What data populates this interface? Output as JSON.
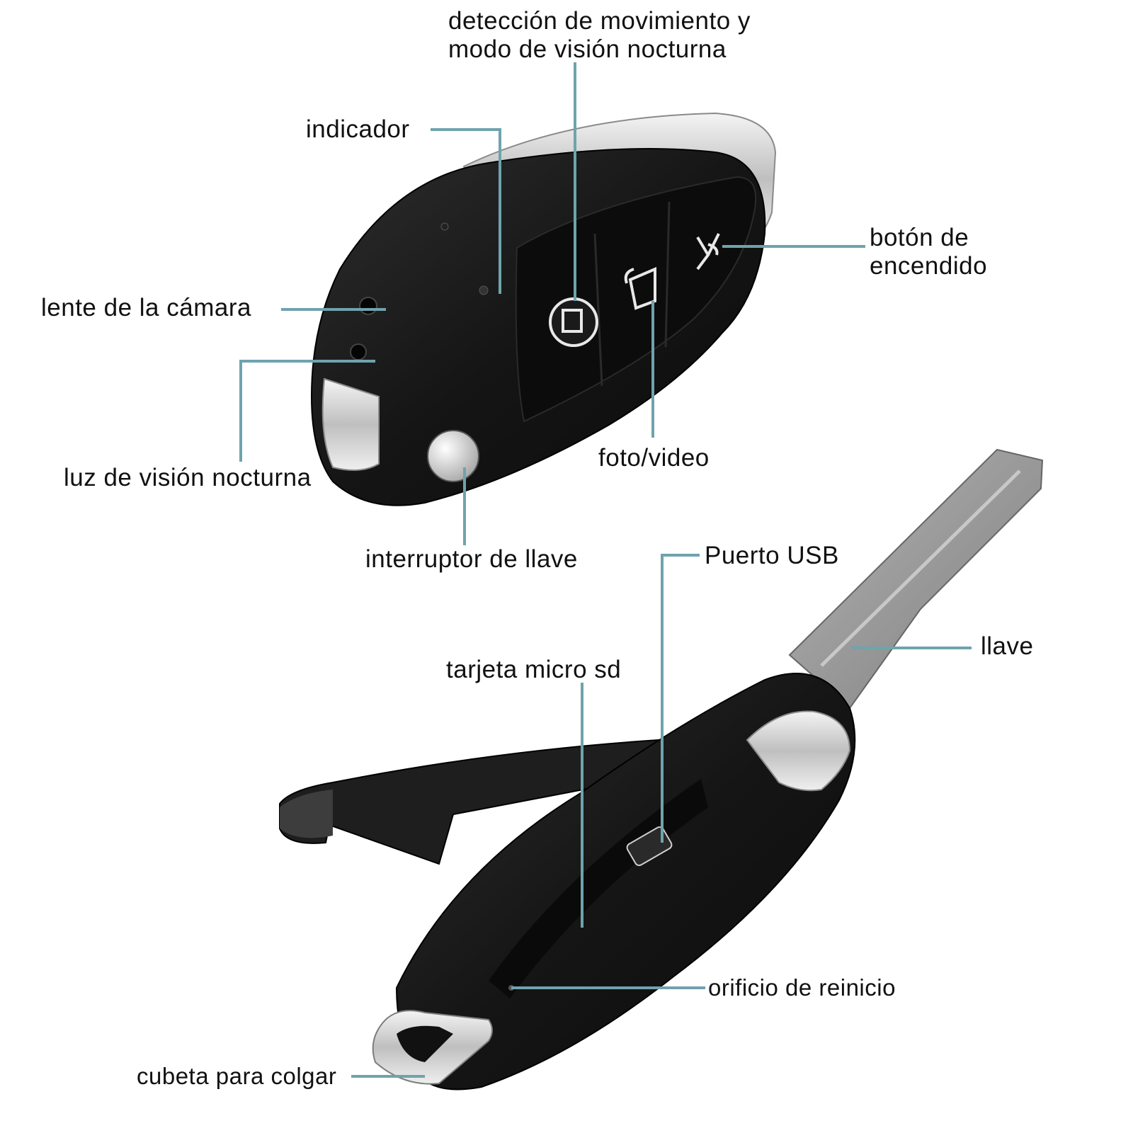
{
  "colors": {
    "leader_line": "#6fa3ad",
    "body_black": "#141414",
    "body_highlight": "#3a3a3a",
    "chrome": "#d9d9d9",
    "key_blade": "#9a9a9a"
  },
  "labels": {
    "motion_night": "detección de movimiento y\nmodo de visión nocturna",
    "indicator": "indicador",
    "power_button": "botón de\nencendido",
    "camera_lens": "lente de la cámara",
    "night_light": "luz de visión nocturna",
    "photo_video": "foto/video",
    "key_switch": "interruptor de llave",
    "usb_port": "Puerto USB",
    "key": "llave",
    "micro_sd": "tarjeta micro sd",
    "reset_hole": "orificio de reinicio",
    "hanging_bucket": "cubeta para colgar"
  }
}
